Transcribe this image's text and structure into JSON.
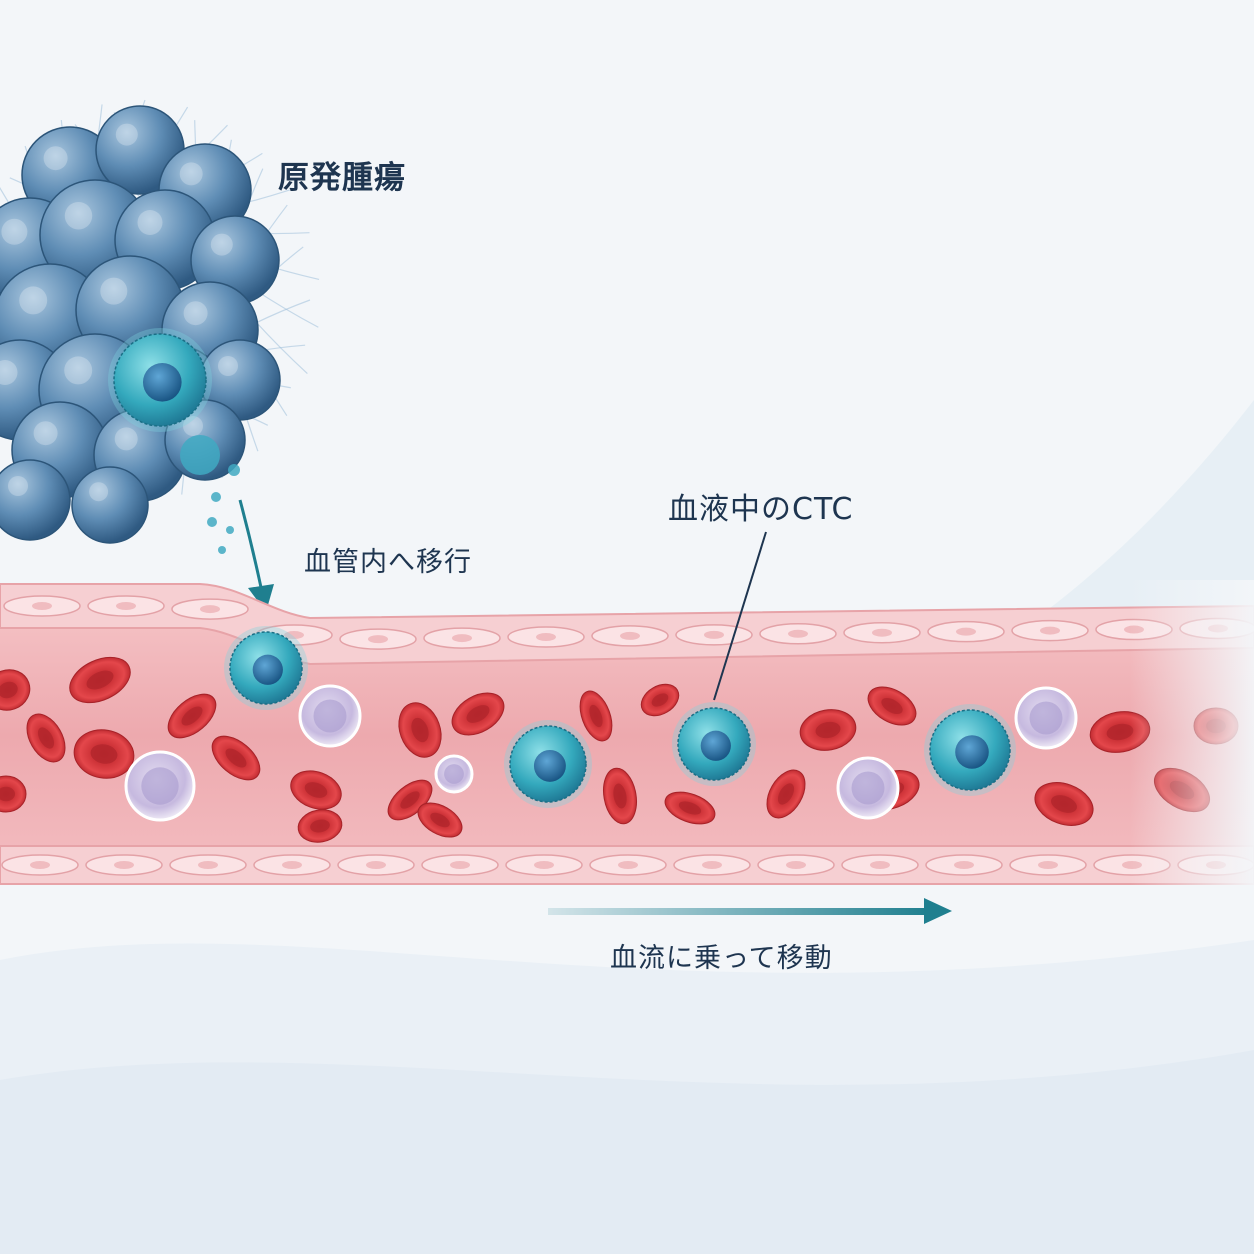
{
  "labels": {
    "primary_tumor": "原発腫瘍",
    "intravasation": "血管内へ移行",
    "ctc_in_blood": "血液中のCTC",
    "flow": "血流に乗って移動"
  },
  "colors": {
    "background": "#f3f6f9",
    "label_text": "#1e3550",
    "tumor_cell": "#4d7fa8",
    "ctc_cell": "#2f9fb4",
    "red_blood_cell": "#d63a3f",
    "white_blood_cell": "#c9bde0",
    "vessel_lumen": "#f0b4b8",
    "vessel_wall": "#f6cfd2",
    "arrow": "#1f7f8f"
  }
}
